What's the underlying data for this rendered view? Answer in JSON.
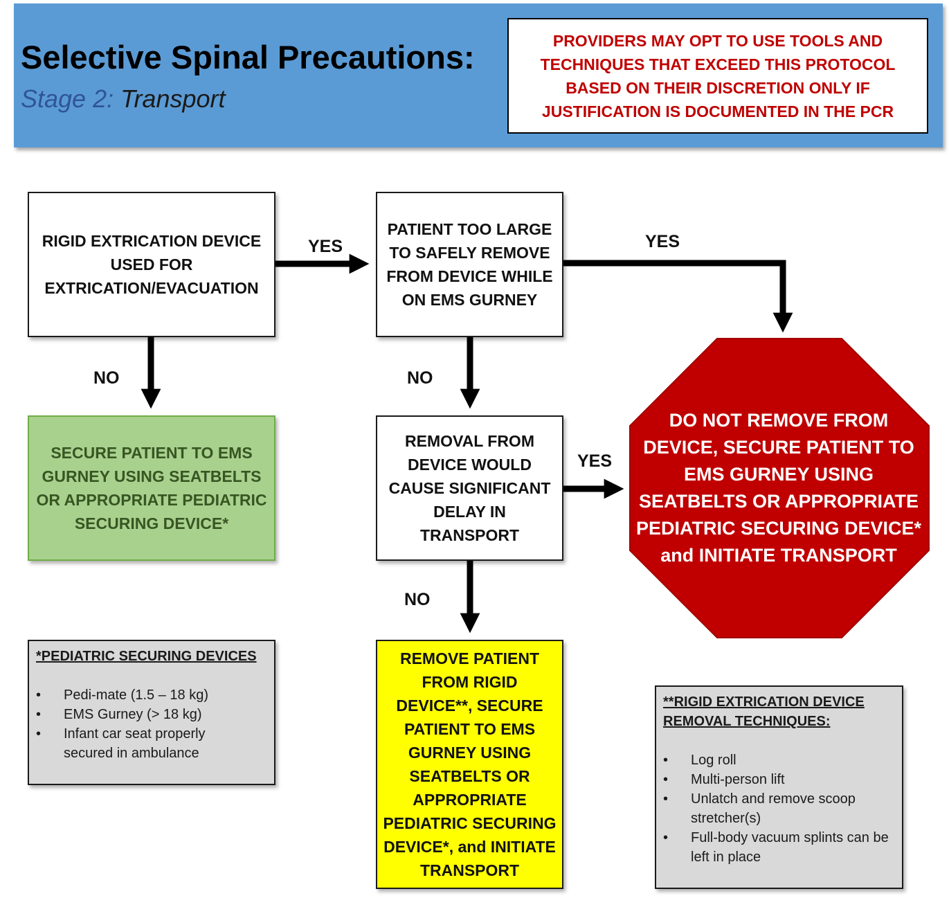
{
  "header": {
    "title": "Selective Spinal Precautions:",
    "stage_label": "Stage 2:",
    "stage_name": "Transport",
    "notice": "PROVIDERS MAY OPT TO USE TOOLS AND TECHNIQUES THAT EXCEED THIS PROTOCOL BASED ON THEIR DISCRETION ONLY IF JUSTIFICATION IS DOCUMENTED IN THE PCR"
  },
  "nodes": {
    "rigid_device": "RIGID EXTRICATION DEVICE USED FOR EXTRICATION/EVACUATION",
    "too_large": "PATIENT TOO LARGE TO SAFELY REMOVE FROM DEVICE WHILE ON EMS GURNEY",
    "delay": "REMOVAL FROM DEVICE WOULD CAUSE SIGNIFICANT DELAY IN TRANSPORT",
    "secure_green": "SECURE PATIENT TO EMS GURNEY USING SEATBELTS OR APPROPRIATE PEDIATRIC SECURING DEVICE*",
    "remove_yellow": "REMOVE PATIENT FROM RIGID DEVICE**, SECURE PATIENT TO EMS GURNEY USING SEATBELTS OR APPROPRIATE PEDIATRIC SECURING DEVICE*, and INITIATE TRANSPORT",
    "stop": "DO NOT REMOVE FROM DEVICE, SECURE PATIENT TO EMS GURNEY USING SEATBELTS OR APPROPRIATE PEDIATRIC SECURING DEVICE* and INITIATE TRANSPORT"
  },
  "labels": {
    "yes_1": "YES",
    "yes_2": "YES",
    "yes_3": "YES",
    "no_1": "NO",
    "no_2": "NO",
    "no_3": "NO"
  },
  "pediatric": {
    "title": "*PEDIATRIC SECURING DEVICES",
    "items": [
      "Pedi-mate (1.5 – 18 kg)",
      "EMS Gurney (> 18 kg)",
      "Infant car seat properly secured in ambulance"
    ]
  },
  "removal": {
    "title": "**RIGID EXTRICATION DEVICE REMOVAL TECHNIQUES:",
    "items": [
      "Log roll",
      "Multi-person lift",
      "Unlatch and remove scoop stretcher(s)",
      "Full-body vacuum splints can be left in place"
    ]
  },
  "colors": {
    "header_blue": "#5b9bd5",
    "notice_red": "#c00000",
    "stop_red": "#c00000",
    "green_fill": "#a9d18e",
    "green_text": "#375623",
    "yellow_fill": "#ffff00",
    "note_gray": "#d9d9d9"
  }
}
